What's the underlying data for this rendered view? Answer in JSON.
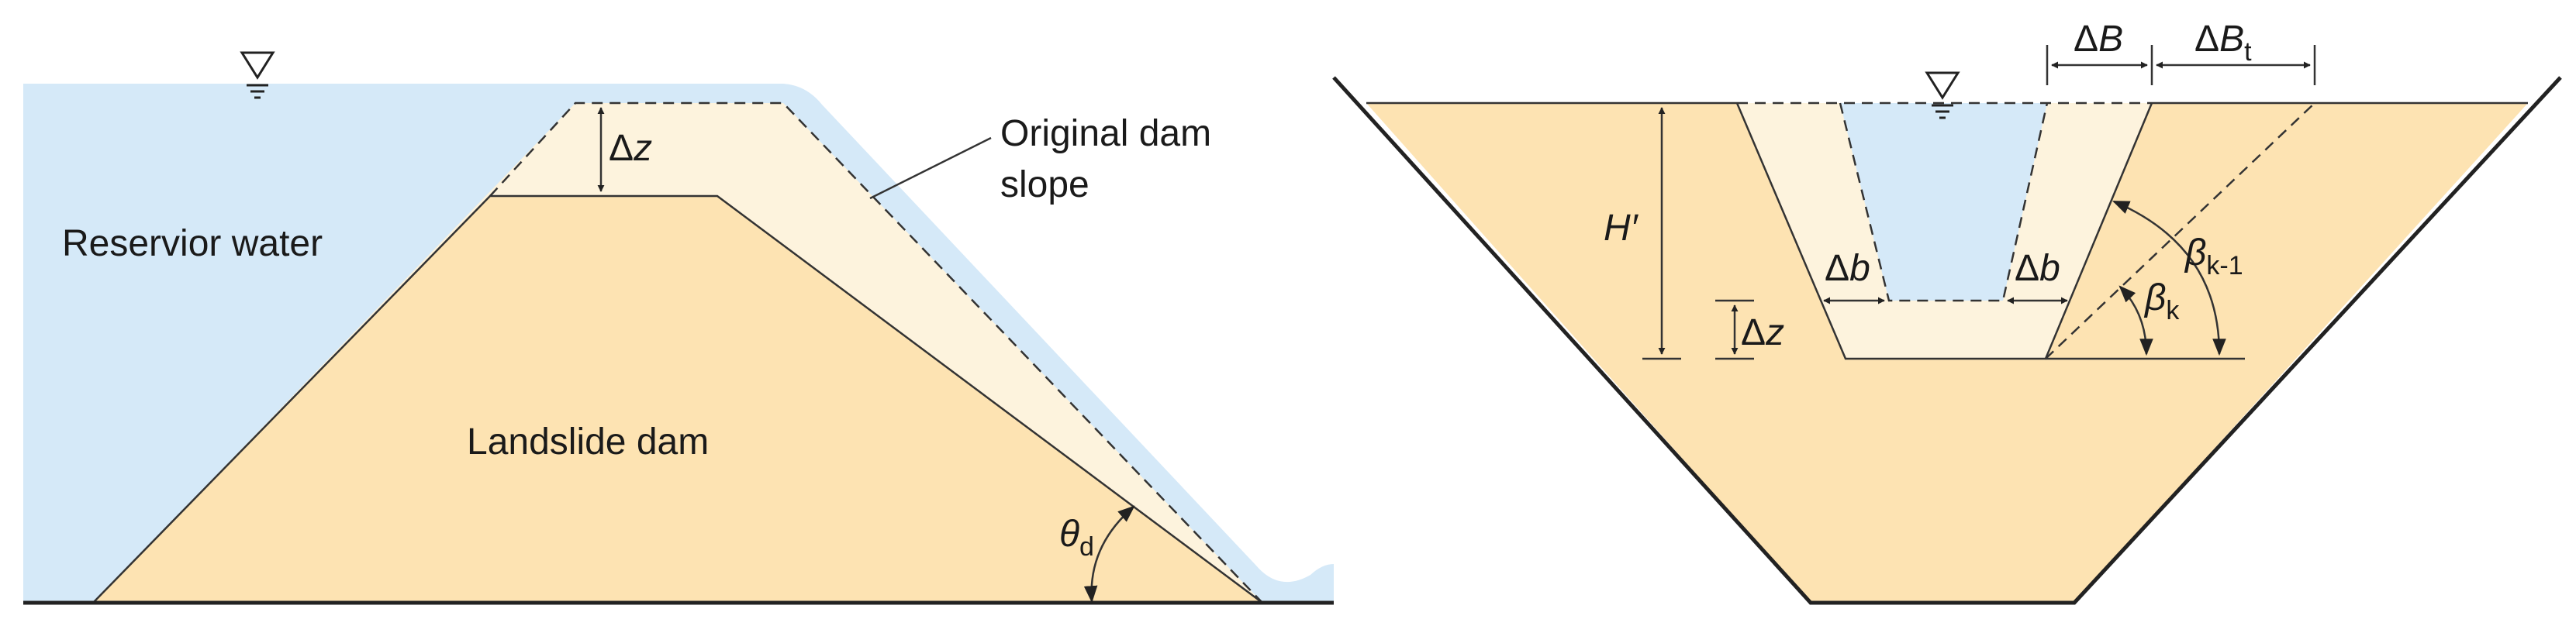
{
  "colors": {
    "water": "#d5e9f8",
    "dam": "#fde3b2",
    "eroded": "#fdf3dd",
    "line": "#333333"
  },
  "left_panel": {
    "water_label": "Reservior water",
    "dam_label": "Landslide dam",
    "slope_label_line1": "Original dam",
    "slope_label_line2": "slope",
    "dz_delta": "Δ",
    "dz_var": "z",
    "theta_sym": "θ",
    "theta_sub": "d",
    "water_level_icon": "water-level-triangle"
  },
  "right_panel": {
    "H_label": "H′",
    "dz_delta": "Δ",
    "dz_var": "z",
    "db_left_delta": "Δ",
    "db_left_var": "b",
    "db_right_delta": "Δ",
    "db_right_var": "b",
    "dB_delta": "Δ",
    "dB_var": "B",
    "dBt_delta": "Δ",
    "dBt_var": "B",
    "dBt_sub": "t",
    "beta_k1_sym": "β",
    "beta_k1_sub": "k-1",
    "beta_k_sym": "β",
    "beta_k_sub": "k",
    "water_level_icon": "water-level-triangle"
  }
}
